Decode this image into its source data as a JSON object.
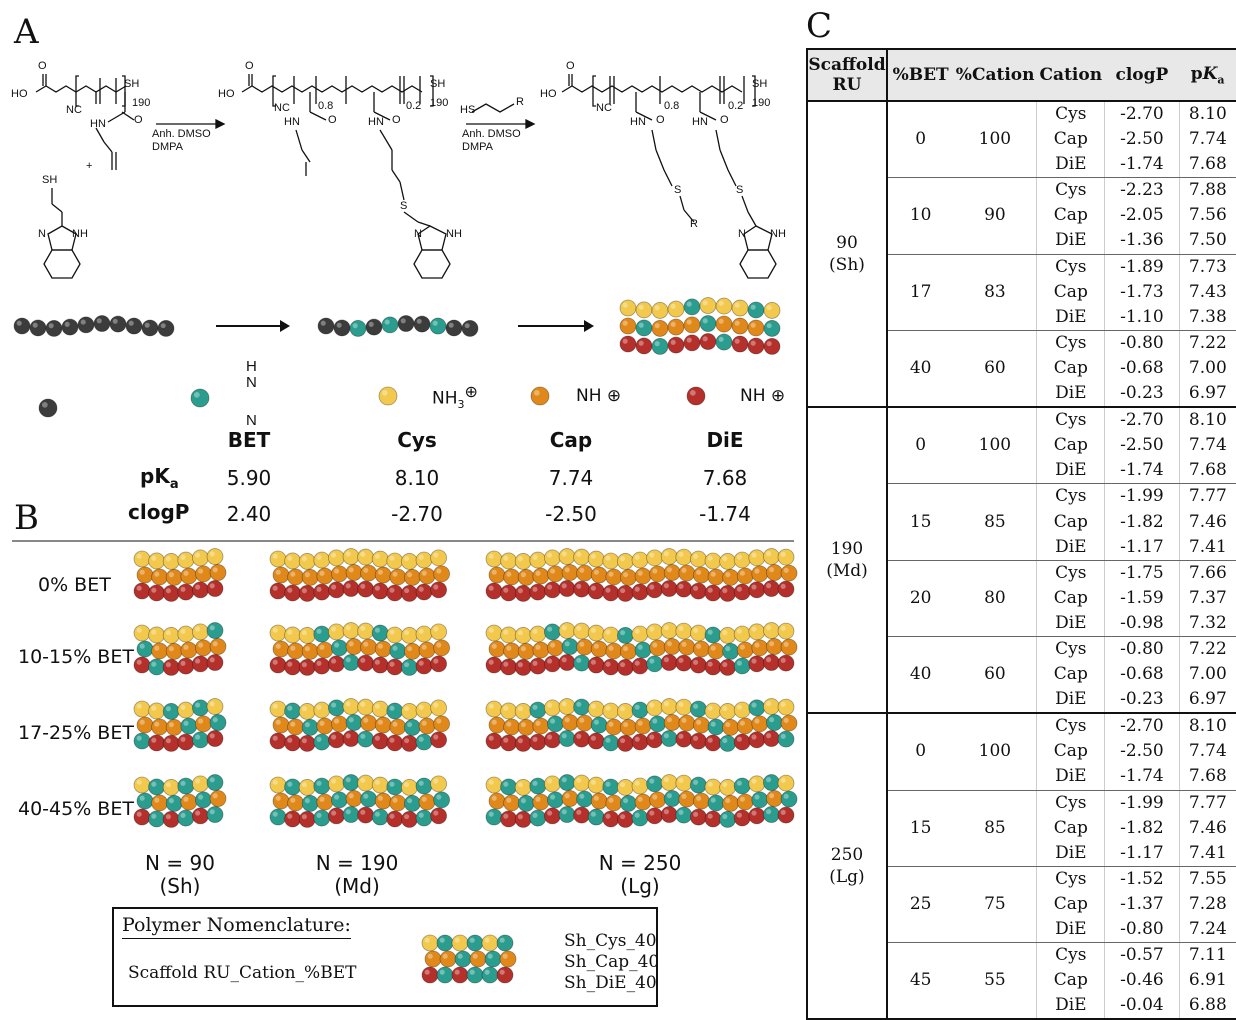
{
  "panels": {
    "a": "A",
    "b": "B",
    "c": "C"
  },
  "scheme": {
    "reagents": [
      "Anh. DMSO",
      "DMPA"
    ],
    "subscripts": {
      "n190": "190",
      "f08": "0.8",
      "f02": "0.2"
    },
    "atoms": {
      "ho": "HO",
      "o": "O",
      "nc": "NC",
      "sh": "SH",
      "hn": "HN",
      "s": "S",
      "n": "N",
      "nh": "NH",
      "hs": "HS",
      "r": "R",
      "plus": "+",
      "h": "H"
    }
  },
  "legend": {
    "monomers": [
      {
        "name": "",
        "color": "#3c3c3c",
        "group": "~allyl"
      },
      {
        "name": "BET",
        "color": "#2a9d8f",
        "group": "benzimidazole"
      },
      {
        "name": "Cys",
        "color": "#f2c94c",
        "group": "~NH3+"
      },
      {
        "name": "Cap",
        "color": "#e0891a",
        "group": "~NH+ (dimethyl)"
      },
      {
        "name": "DiE",
        "color": "#b5302b",
        "group": "~NH+ (diethyl)"
      }
    ],
    "group_text": {
      "nh3": "NH",
      "nh3_sub": "3",
      "nh": "NH",
      "charge": "⊕"
    },
    "properties": {
      "pka_label": "pK",
      "pka_sub": "a",
      "clogp_label": "clogP",
      "pka": [
        "5.90",
        "8.10",
        "7.74",
        "7.68"
      ],
      "clogp": [
        "2.40",
        "-2.70",
        "-2.50",
        "-1.74"
      ]
    }
  },
  "panel_b": {
    "rows": [
      "0% BET",
      "10-15% BET",
      "17-25% BET",
      "40-45% BET"
    ],
    "scaffolds": [
      {
        "n": "N = 90",
        "tag": "(Sh)"
      },
      {
        "n": "N = 190",
        "tag": "(Md)"
      },
      {
        "n": "N = 250",
        "tag": "(Lg)"
      }
    ]
  },
  "nomenclature": {
    "title": "Polymer Nomenclature:",
    "pattern": "Scaffold RU_Cation_%BET",
    "examples": [
      "Sh_Cys_40",
      "Sh_Cap_40",
      "Sh_DiE_40"
    ]
  },
  "table": {
    "headers": {
      "scaffold1": "Scaffold",
      "scaffold2": "RU",
      "bet": "%BET",
      "cation_pct": "%Cation",
      "cation": "Cation",
      "clogp": "clogP",
      "pka": "p",
      "pka_sub": "K",
      "pka_sub2": "a"
    },
    "scaffolds": [
      {
        "label": "90",
        "tag": "(Sh)",
        "groups": [
          {
            "bet": "0",
            "cation": "100",
            "rows": [
              [
                "Cys",
                "-2.70",
                "8.10"
              ],
              [
                "Cap",
                "-2.50",
                "7.74"
              ],
              [
                "DiE",
                "-1.74",
                "7.68"
              ]
            ]
          },
          {
            "bet": "10",
            "cation": "90",
            "rows": [
              [
                "Cys",
                "-2.23",
                "7.88"
              ],
              [
                "Cap",
                "-2.05",
                "7.56"
              ],
              [
                "DiE",
                "-1.36",
                "7.50"
              ]
            ]
          },
          {
            "bet": "17",
            "cation": "83",
            "rows": [
              [
                "Cys",
                "-1.89",
                "7.73"
              ],
              [
                "Cap",
                "-1.73",
                "7.43"
              ],
              [
                "DiE",
                "-1.10",
                "7.38"
              ]
            ]
          },
          {
            "bet": "40",
            "cation": "60",
            "rows": [
              [
                "Cys",
                "-0.80",
                "7.22"
              ],
              [
                "Cap",
                "-0.68",
                "7.00"
              ],
              [
                "DiE",
                "-0.23",
                "6.97"
              ]
            ]
          }
        ]
      },
      {
        "label": "190",
        "tag": "(Md)",
        "groups": [
          {
            "bet": "0",
            "cation": "100",
            "rows": [
              [
                "Cys",
                "-2.70",
                "8.10"
              ],
              [
                "Cap",
                "-2.50",
                "7.74"
              ],
              [
                "DiE",
                "-1.74",
                "7.68"
              ]
            ]
          },
          {
            "bet": "15",
            "cation": "85",
            "rows": [
              [
                "Cys",
                "-1.99",
                "7.77"
              ],
              [
                "Cap",
                "-1.82",
                "7.46"
              ],
              [
                "DiE",
                "-1.17",
                "7.41"
              ]
            ]
          },
          {
            "bet": "20",
            "cation": "80",
            "rows": [
              [
                "Cys",
                "-1.75",
                "7.66"
              ],
              [
                "Cap",
                "-1.59",
                "7.37"
              ],
              [
                "DiE",
                "-0.98",
                "7.32"
              ]
            ]
          },
          {
            "bet": "40",
            "cation": "60",
            "rows": [
              [
                "Cys",
                "-0.80",
                "7.22"
              ],
              [
                "Cap",
                "-0.68",
                "7.00"
              ],
              [
                "DiE",
                "-0.23",
                "6.97"
              ]
            ]
          }
        ]
      },
      {
        "label": "250",
        "tag": "(Lg)",
        "groups": [
          {
            "bet": "0",
            "cation": "100",
            "rows": [
              [
                "Cys",
                "-2.70",
                "8.10"
              ],
              [
                "Cap",
                "-2.50",
                "7.74"
              ],
              [
                "DiE",
                "-1.74",
                "7.68"
              ]
            ]
          },
          {
            "bet": "15",
            "cation": "85",
            "rows": [
              [
                "Cys",
                "-1.99",
                "7.77"
              ],
              [
                "Cap",
                "-1.82",
                "7.46"
              ],
              [
                "DiE",
                "-1.17",
                "7.41"
              ]
            ]
          },
          {
            "bet": "25",
            "cation": "75",
            "rows": [
              [
                "Cys",
                "-1.52",
                "7.55"
              ],
              [
                "Cap",
                "-1.37",
                "7.28"
              ],
              [
                "DiE",
                "-0.80",
                "7.24"
              ]
            ]
          },
          {
            "bet": "45",
            "cation": "55",
            "rows": [
              [
                "Cys",
                "-0.57",
                "7.11"
              ],
              [
                "Cap",
                "-0.46",
                "6.91"
              ],
              [
                "DiE",
                "-0.04",
                "6.88"
              ]
            ]
          }
        ]
      }
    ]
  }
}
